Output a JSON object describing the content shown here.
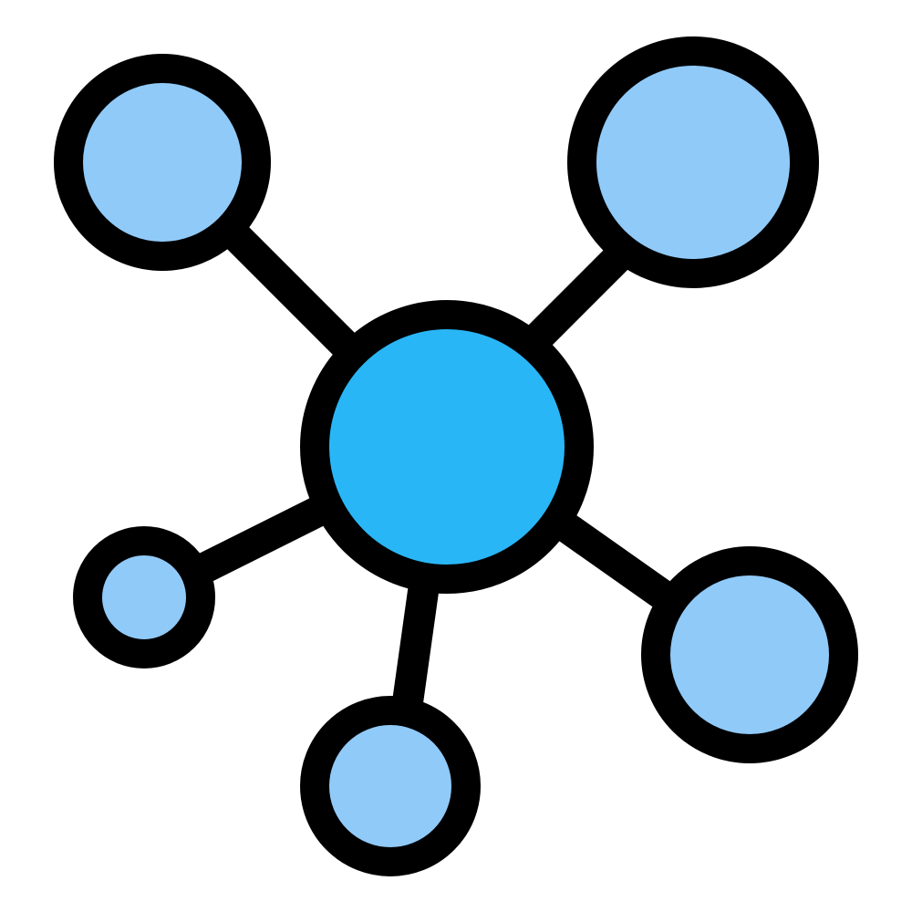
{
  "icon": {
    "name": "network-hub-icon",
    "hub_node": "center",
    "satellite_nodes": [
      "top-left",
      "top-right",
      "left",
      "bottom",
      "right"
    ]
  },
  "colors": {
    "background": "#ffffff",
    "outline": "#000000",
    "hub_fill": "#29b6f6",
    "node_fill": "#90caf9"
  }
}
